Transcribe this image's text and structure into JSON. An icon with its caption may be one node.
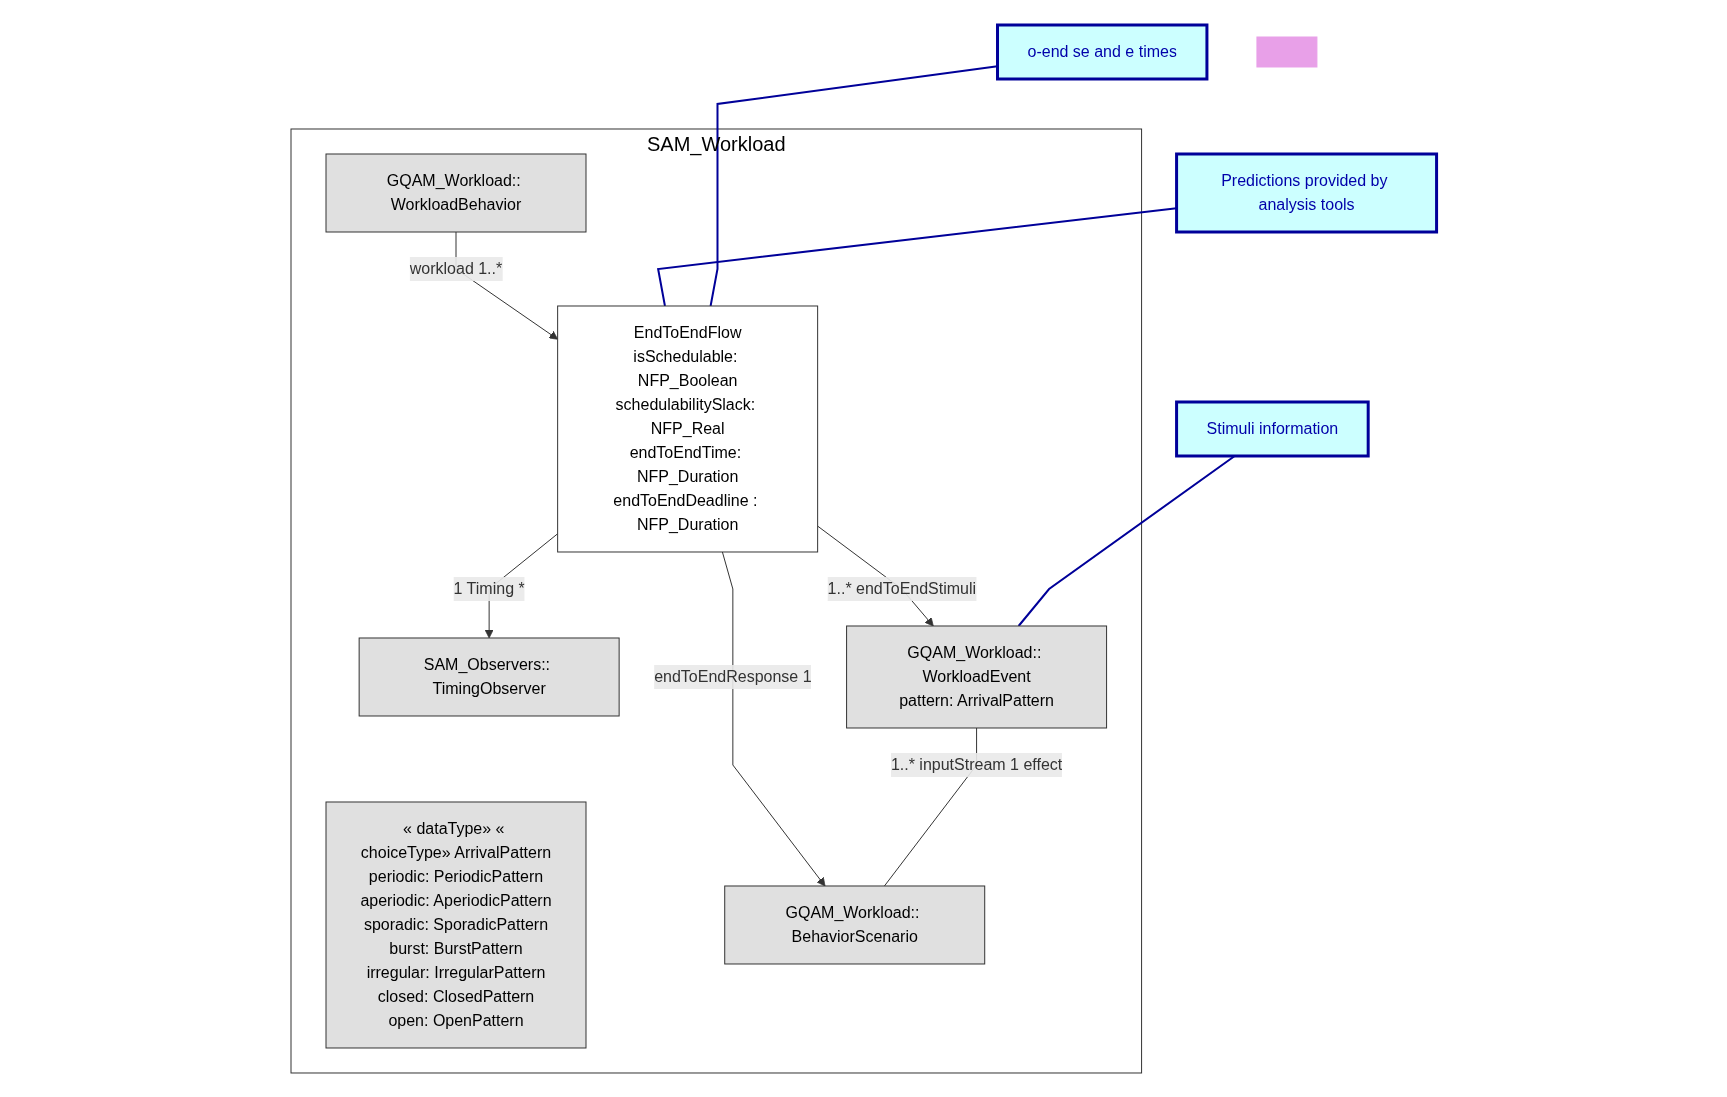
{
  "diagram": {
    "nodes": [
      {
        "text": [
          "SAM_Workload"
        ]
      },
      {
        "text": [
          "« dataType» « choiceType» ArrivalPattern",
          "periodic: PeriodicPattern",
          "aperiodic: AperiodicPattern",
          "sporadic: SporadicPattern",
          "burst: BurstPattern",
          "irregular: IrregularPattern",
          "closed: ClosedPattern",
          "open: OpenPattern"
        ],
        "in": 0
      },
      {
        "text": [
          "GQAM_Workload:: WorkloadBehavior"
        ],
        "in": 0
      },
      {
        "text": [
          "Predictions provided by analysis tools"
        ]
      },
      {
        "text": [
          "SAM_Observers:: TimingObserver"
        ],
        "in": 0
      },
      {
        "text": [],
        "shape": "box"
      },
      {
        "text": [
          "EndToEndFlow",
          "isSchedulable: NFP_Boolean",
          "schedulabilitySlack: NFP_Real",
          "endToEndTime: NFP_Duration",
          "endToEndDeadline : NFP_Duration"
        ],
        "in": 0
      },
      {
        "text": [
          "o-end se and e times"
        ]
      },
      {
        "text": [
          "GQAM_Workload:: WorkloadEvent",
          "pattern: ArrivalPattern"
        ],
        "in": 0
      },
      {
        "text": [
          "GQAM_Workload:: BehaviorScenario"
        ],
        "in": 0
      },
      {
        "text": [
          "Stimuli information"
        ]
      }
    ],
    "edges": [
      {
        "from": 2,
        "to": 6,
        "arrow": "to",
        "label": "workload 1..*"
      },
      {
        "from": 6,
        "to": 4,
        "arrow": "to",
        "label": "1 Timing *"
      },
      {
        "from": 3,
        "to": 6,
        "arrow": "none",
        "color": "#000099"
      },
      {
        "from": 7,
        "to": 6,
        "arrow": "none",
        "color": "#000099"
      },
      {
        "from": 6,
        "to": 8,
        "arrow": "to",
        "label": "1..* endToEndStimuli"
      },
      {
        "from": 6,
        "to": 9,
        "arrow": "to",
        "label": "endToEndResponse 1"
      },
      {
        "from": 8,
        "to": 9,
        "arrow": "none",
        "label": "1..* inputStream 1 effect"
      },
      {
        "from": 10,
        "to": 8,
        "arrow": "none",
        "color": "#000099"
      }
    ]
  }
}
